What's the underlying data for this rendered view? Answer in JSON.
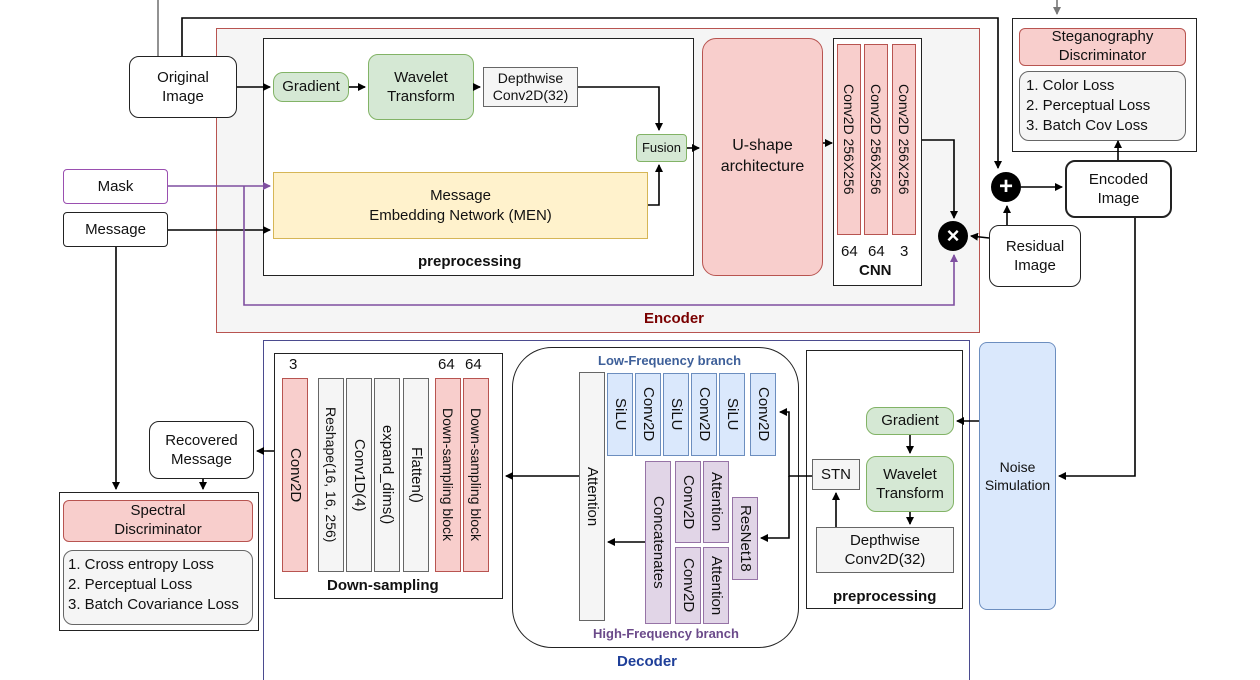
{
  "encoder": {
    "title": "Encoder",
    "original_image": "Original\nImage",
    "gradient": "Gradient",
    "wavelet": "Wavelet\nTransform",
    "depthwise": "Depthwise\nConv2D(32)",
    "fusion": "Fusion",
    "men": "Message\nEmbedding Network (MEN)",
    "preprocessing": "preprocessing",
    "ushape": "U-shape\narchitecture",
    "cnn_layers": [
      "Conv2D 256X256",
      "Conv2D 256X256",
      "Conv2D 256X256"
    ],
    "cnn_channels": [
      "64",
      "64",
      "3"
    ],
    "cnn_title": "CNN",
    "mask": "Mask",
    "message": "Message",
    "residual_image": "Residual\nImage",
    "encoded_image": "Encoded\nImage",
    "plus_symbol": "+",
    "times_symbol": "×"
  },
  "steg_discriminator": {
    "title": "Steganography\nDiscriminator",
    "losses": [
      "1. Color Loss",
      "2. Perceptual Loss",
      "3. Batch Cov Loss"
    ]
  },
  "noise": "Noise\nSimulation",
  "decoder": {
    "title": "Decoder",
    "preprocessing": "preprocessing",
    "gradient": "Gradient",
    "wavelet": "Wavelet\nTransform",
    "depthwise": "Depthwise\nConv2D(32)",
    "stn": "STN",
    "low_branch_title": "Low-Frequency branch",
    "low_branch_layers": [
      "SiLU",
      "Conv2D",
      "SiLU",
      "Conv2D",
      "SiLU",
      "Conv2D"
    ],
    "high_branch_title": "High-Frequency branch",
    "concatenates": "Concatenates",
    "conv_a": "Conv2D",
    "conv_b": "Conv2D",
    "attn_a": "Attention",
    "attn_b": "Attention",
    "resnet": "ResNet18",
    "attention": "Attention",
    "down_title": "Down-sampling",
    "down_channels": [
      "3",
      "64",
      "64"
    ],
    "down_layers": [
      "Conv2D",
      "Reshape(16, 16, 256)",
      "Conv1D(4)",
      "expand_dims()",
      "Flatten()",
      "Down-sampling block",
      "Down-sampling block"
    ],
    "recovered_message": "Recovered\nMessage"
  },
  "spectral_discriminator": {
    "title": "Spectral\nDiscriminator",
    "losses": [
      "1. Cross entropy Loss",
      "2. Perceptual Loss",
      "3. Batch Covariance Loss"
    ]
  },
  "colors": {
    "encoder_border": "#b85450",
    "encoder_title": "#7a0000",
    "decoder_border": "#4b4b8f",
    "decoder_title": "#1f3f99",
    "low_branch_title": "#3d5f99",
    "high_branch_title": "#6b4a8a",
    "mask_line": "#7f4fa0"
  }
}
